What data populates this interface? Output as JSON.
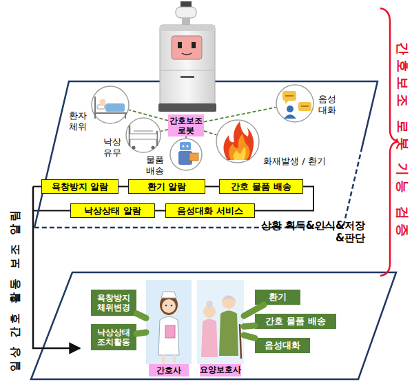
{
  "diagram": {
    "nodes": [
      {
        "text": [
          "상황 획득&인식&저장&판단"
        ]
      },
      {
        "text": [
          "간호보조 로봇"
        ],
        "in": 0
      },
      {
        "text": [
          "환자 체위"
        ],
        "in": 0
      },
      {
        "text": [
          "낙상 유무"
        ],
        "in": 0
      },
      {
        "text": [
          "물품 배송"
        ],
        "in": 0
      },
      {
        "text": [
          "화재발생 / 환기"
        ],
        "in": 0
      },
      {
        "text": [
          "음성 대화"
        ],
        "in": 0
      },
      {
        "text": [
          "욕창방지 알람"
        ],
        "in": 0
      },
      {
        "text": [
          "환기 알람"
        ],
        "in": 0
      },
      {
        "text": [
          "간호 물품 배송"
        ],
        "in": 0
      },
      {
        "text": [
          "낙상상태 알람"
        ],
        "in": 0
      },
      {
        "text": [
          "음성대화 서비스"
        ],
        "in": 0
      },
      {
        "text": [
          "욕창방지 체위변경"
        ]
      },
      {
        "text": [
          "낙상상태 조치활동"
        ]
      },
      {
        "text": [
          "간호사"
        ]
      },
      {
        "text": [
          "요양보호사"
        ]
      },
      {
        "text": [
          "환기"
        ]
      },
      {
        "text": [
          "간호 물품 배송"
        ]
      },
      {
        "text": [
          "음성대화"
        ]
      }
    ],
    "edges": [
      {
        "from": 1,
        "to": 2,
        "arrow": "none"
      },
      {
        "from": 1,
        "to": 3,
        "arrow": "none"
      },
      {
        "from": 1,
        "to": 4,
        "arrow": "none"
      },
      {
        "from": 1,
        "to": 5,
        "arrow": "none"
      },
      {
        "from": 1,
        "to": 6,
        "arrow": "none"
      },
      {
        "from": 7,
        "to": 8,
        "arrow": "none"
      },
      {
        "from": 8,
        "to": 9,
        "arrow": "none"
      },
      {
        "from": 10,
        "to": 11,
        "arrow": "none"
      },
      {
        "from": 14,
        "to": 12,
        "arrow": "none"
      },
      {
        "from": 14,
        "to": 13,
        "arrow": "none"
      },
      {
        "from": 15,
        "to": 16,
        "arrow": "none"
      },
      {
        "from": 15,
        "to": 17,
        "arrow": "none"
      },
      {
        "from": 15,
        "to": 18,
        "arrow": "none"
      }
    ],
    "labels": [
      "일상 간호 활동 보조 알림",
      "간호보조 로봇 기능 검증"
    ]
  }
}
